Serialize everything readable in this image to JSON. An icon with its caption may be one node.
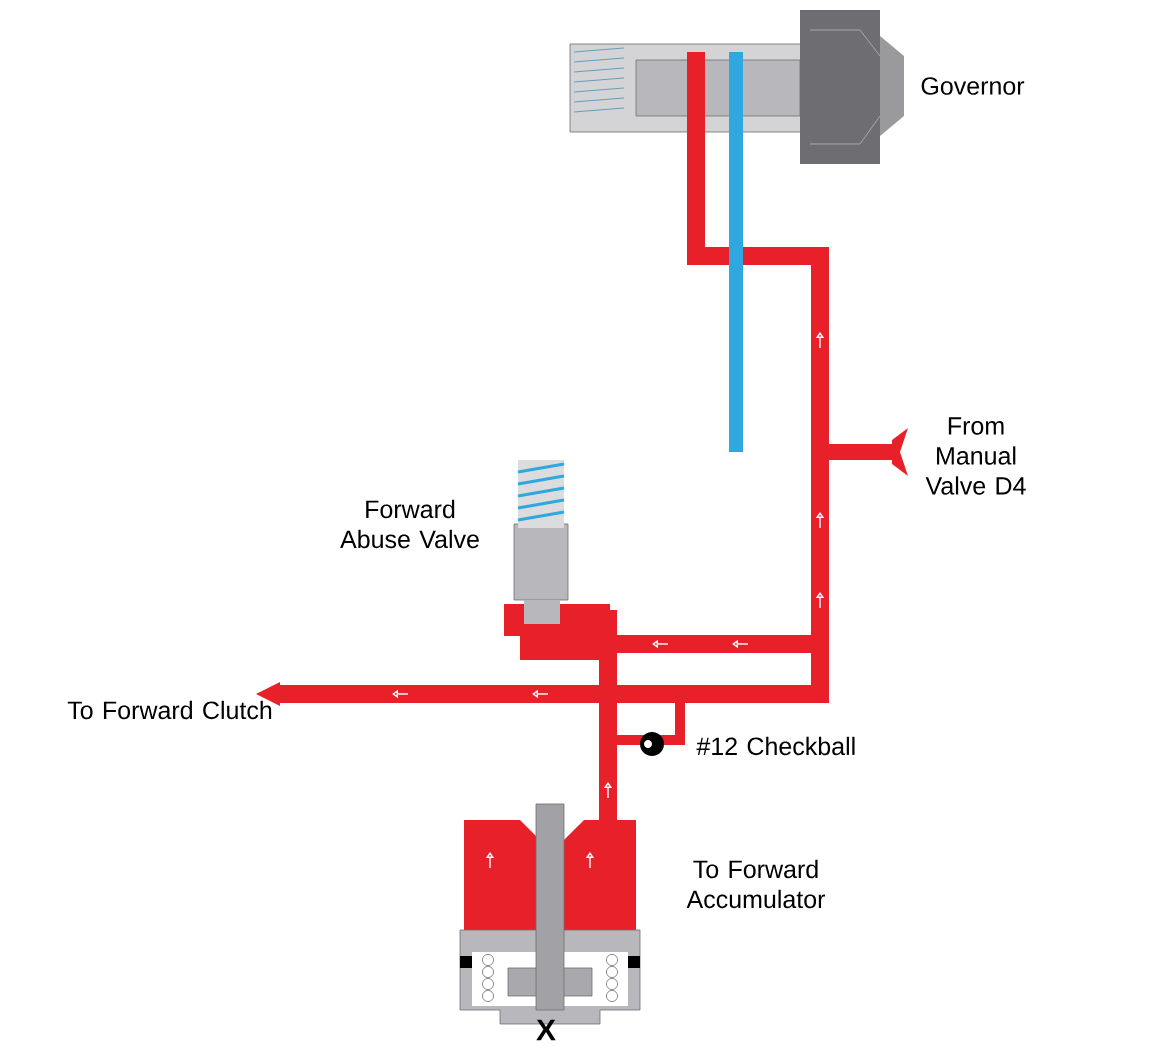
{
  "diagram": {
    "labels": [
      "Governor",
      "From Manual Valve D4",
      "Forward Abuse Valve",
      "To Forward Clutch",
      "#12 Checkball",
      "To Forward Accumulator",
      "X"
    ]
  }
}
